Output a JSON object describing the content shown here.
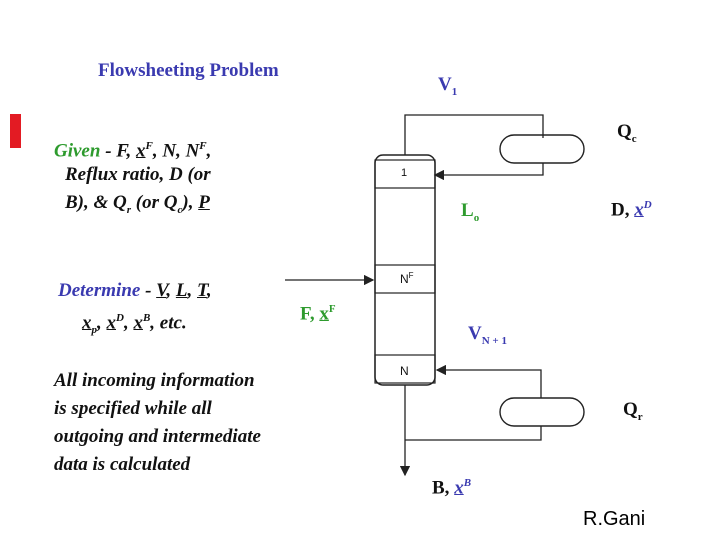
{
  "title": "Flowsheeting Problem",
  "given": {
    "label": "Given",
    "dash": " - F, ",
    "x": "x",
    "xsup": "F",
    "rest1": ", N, N",
    "nsup": "F",
    "rest1b": ",",
    "line2": "Reflux ratio, D (or",
    "line3a": "B), & Q",
    "qr_sub": "r",
    "line3b": " (or Q",
    "qc_sub": "c",
    "line3c": "), ",
    "p": "P"
  },
  "determine": {
    "label": "Determine",
    "dash": " - ",
    "v": "V",
    "c1": ", ",
    "l": "L",
    "c2": ", ",
    "t": "T",
    "c3": ",",
    "xp": "x",
    "xp_sub": "p",
    "c4": ", ",
    "xd": "x",
    "xd_sup": "D",
    "c5": ", ",
    "xb": "x",
    "xb_sup": "B",
    "etc": ", etc."
  },
  "statement": [
    "All incoming information",
    "is specified while all",
    "outgoing and intermediate",
    "data is calculated"
  ],
  "diagram": {
    "v1": "V",
    "v1_sub": "1",
    "qc": "Q",
    "qc_sub": "c",
    "tray1": "1",
    "lo": "L",
    "lo_sub": "o",
    "dist": "D, ",
    "dist_x": "x",
    "dist_sup": "D",
    "traynf": "N",
    "traynf_sup": "F",
    "feed": "F, ",
    "feed_x": "x",
    "feed_sup": "F",
    "vn1": "V",
    "vn1_sub": "N + 1",
    "trayn": "N",
    "qr": "Q",
    "qr_sub": "r",
    "bottoms": "B, ",
    "bottoms_x": "x",
    "bottoms_sup": "B"
  },
  "credit": "R.Gani",
  "colors": {
    "title": "#3a3ab0",
    "given": "#2e9b2e",
    "determine": "#3a3ab0",
    "accent": "#e31b23"
  }
}
